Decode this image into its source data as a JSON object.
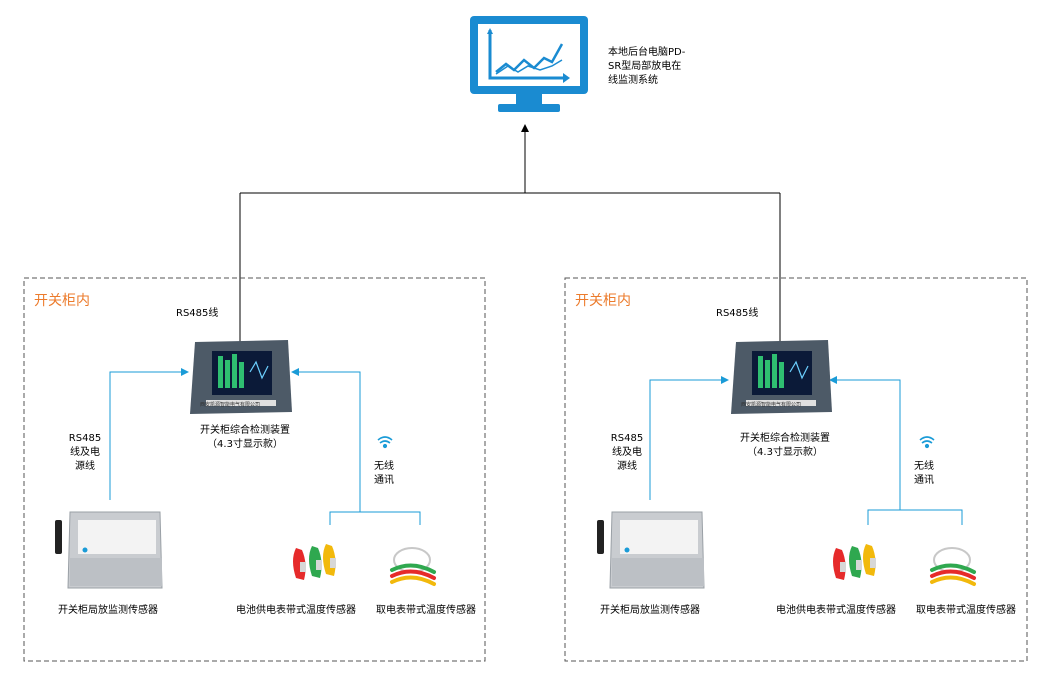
{
  "colors": {
    "monitor_blue": "#1a8bd1",
    "cabinet_label": "#ec7b2c",
    "signal_line": "#1a9bd7",
    "backbone_line": "#000000",
    "dashed_border": "#555555"
  },
  "system": {
    "monitor_icon": "monitor-chart-icon",
    "label_lines": [
      "本地后台电脑PD-",
      "SR型局部放电在",
      "线监测系统"
    ]
  },
  "cabinets": [
    {
      "title": "开关柜内",
      "bus_label": "RS485线",
      "device_label_lines": [
        "开关柜综合检测装置",
        "（4.3寸显示款）"
      ],
      "device_brand": "西安凯源智能电气有限公司",
      "wired_label_lines": [
        "RS485",
        "线及电",
        "源线"
      ],
      "wireless_label_lines": [
        "无线",
        "通讯"
      ],
      "sensors": [
        {
          "label": "开关柜局放监测传感器",
          "icon": "pd-sensor-box-icon"
        },
        {
          "label": "电池供电表带式温度传感器",
          "icon": "battery-temp-sensor-icon"
        },
        {
          "label": "取电表带式温度传感器",
          "icon": "ct-powered-temp-sensor-icon"
        }
      ]
    },
    {
      "title": "开关柜内",
      "bus_label": "RS485线",
      "device_label_lines": [
        "开关柜综合检测装置",
        "（4.3寸显示款）"
      ],
      "device_brand": "西安凯源智能电气有限公司",
      "wired_label_lines": [
        "RS485",
        "线及电",
        "源线"
      ],
      "wireless_label_lines": [
        "无线",
        "通讯"
      ],
      "sensors": [
        {
          "label": "开关柜局放监测传感器",
          "icon": "pd-sensor-box-icon"
        },
        {
          "label": "电池供电表带式温度传感器",
          "icon": "battery-temp-sensor-icon"
        },
        {
          "label": "取电表带式温度传感器",
          "icon": "ct-powered-temp-sensor-icon"
        }
      ]
    }
  ]
}
